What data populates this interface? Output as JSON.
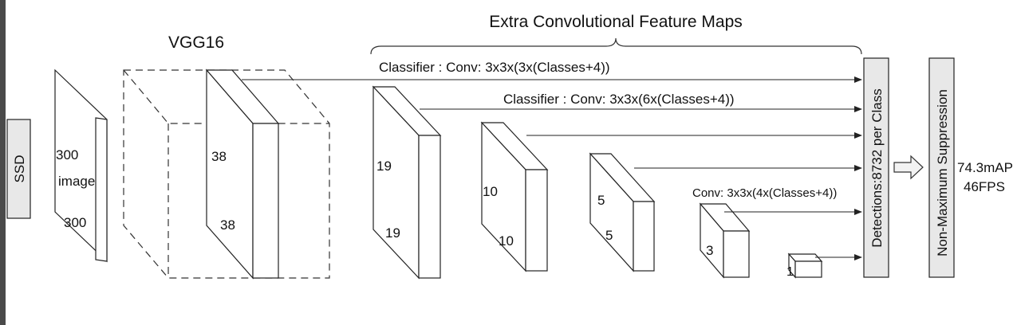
{
  "side_label": "SSD",
  "base_network": "VGG16",
  "extra_title": "Extra Convolutional Feature Maps",
  "input": {
    "size_top": "300",
    "label": "image",
    "size_bottom": "300"
  },
  "vgg_map": {
    "size_top": "38",
    "size_bottom": "38"
  },
  "maps": [
    {
      "size_top": "19",
      "size_bottom": "19"
    },
    {
      "size_top": "10",
      "size_bottom": "10"
    },
    {
      "size_top": "5",
      "size_bottom": "5"
    },
    {
      "size": "3"
    },
    {
      "size": "1"
    }
  ],
  "classifiers": [
    "Classifier : Conv: 3x3x(3x(Classes+4))",
    "Classifier : Conv: 3x3x(6x(Classes+4))",
    "Conv: 3x3x(4x(Classes+4))"
  ],
  "detections": "Detections:8732  per Class",
  "nms": "Non-Maximum Suppression",
  "result": {
    "map": "74.3mAP",
    "fps": "46FPS"
  },
  "colors": {
    "box_fill": "#ffffff",
    "panel_fill": "#e8e8e8",
    "stroke": "#222222"
  }
}
